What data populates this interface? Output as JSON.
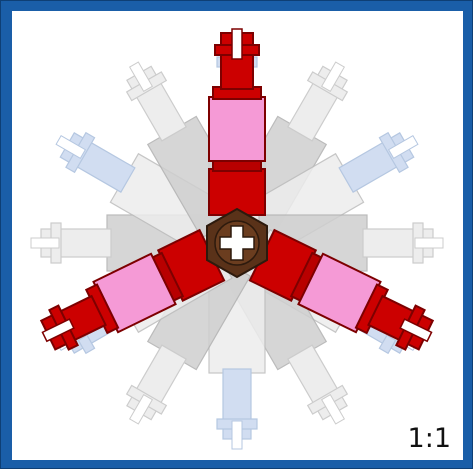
{
  "diagram": {
    "scale_label": "1:1",
    "colors": {
      "frame": "#1a5ea8",
      "red": "#cc0000",
      "red_dark": "#8a0000",
      "pink": "#f59ad6",
      "hub": "#5a3219",
      "ghost_blue": "#c7d6ee",
      "ghost_white": "#e9e9e9",
      "ghost_gray": "#c8c8c8"
    },
    "connector_arms": [
      "up",
      "lower-left",
      "lower-right"
    ],
    "ghost_arms": 12
  }
}
